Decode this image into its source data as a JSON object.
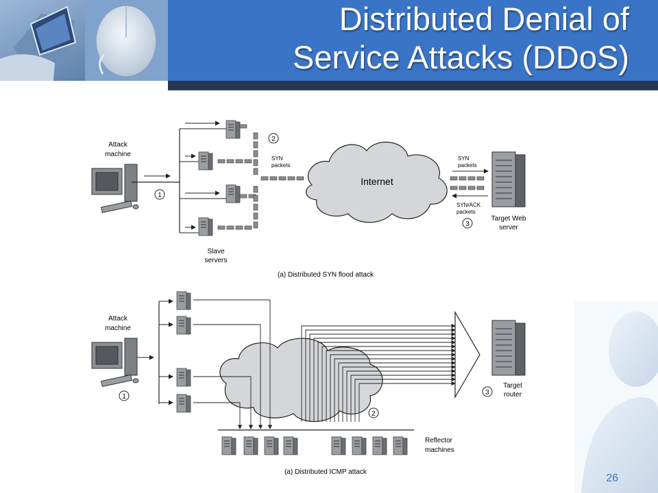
{
  "slide": {
    "title_line1": "Distributed Denial of",
    "title_line2": "Service Attacks (DDoS)",
    "page_number": "26",
    "accent_color": "#3a74c6"
  },
  "diagram_a": {
    "attack_machine_line1": "Attack",
    "attack_machine_line2": "machine",
    "slave_servers_line1": "Slave",
    "slave_servers_line2": "servers",
    "syn_packets_left_line1": "SYN",
    "syn_packets_left_line2": "packets",
    "cloud_label": "Internet",
    "syn_packets_right_line1": "SYN",
    "syn_packets_right_line2": "packets",
    "synack_line1": "SYN/ACK",
    "synack_line2": "packets",
    "target_line1": "Target Web",
    "target_line2": "server",
    "step1": "1",
    "step2": "2",
    "step3": "3",
    "caption": "(a) Distributed SYN flood attack"
  },
  "diagram_b": {
    "attack_machine_line1": "Attack",
    "attack_machine_line2": "machine",
    "reflector_line1": "Reflector",
    "reflector_line2": "machines",
    "target_line1": "Target",
    "target_line2": "router",
    "step1": "1",
    "step2": "2",
    "step3": "3",
    "caption": "(a) Distributed ICMP attack"
  }
}
